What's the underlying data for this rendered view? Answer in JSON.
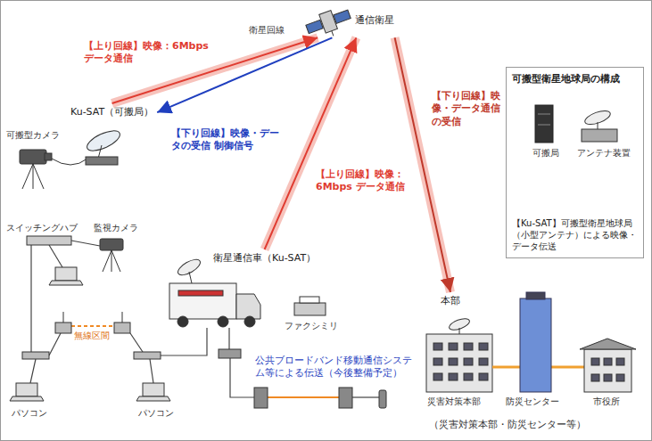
{
  "diagram": {
    "nodes": [
      {
        "text": [
          "通信衛星"
        ]
      },
      {
        "text": [
          "Ku-SAT（可搬局）"
        ]
      },
      {
        "text": [
          "衛星通信車（Ku-SAT）"
        ]
      },
      {
        "text": [
          "本部"
        ]
      },
      {
        "text": [
          "可搬型衛星地球局の構成",
          "【Ku-SAT】可搬型衛星地球局（小型アンテナ）による映像・データ伝送"
        ]
      }
    ],
    "edges": [
      {
        "from": 1,
        "to": 0,
        "arrow": "to",
        "label": "【上り回線】映像：6Mbps データ通信"
      },
      {
        "from": 0,
        "to": 1,
        "arrow": "to",
        "label": "【下り回線】映像・データの受信 制御信号"
      },
      {
        "from": 2,
        "to": 0,
        "arrow": "to",
        "label": "【上り回線】映像：6Mbps データ通信"
      },
      {
        "from": 0,
        "to": 3,
        "arrow": "to",
        "label": "【下り回線】映像・データ通信の受信"
      }
    ],
    "labels": [
      "衛星回線",
      "可搬型カメラ",
      "スイッチングハブ",
      "監視カメラ",
      "無線区間",
      "パソコン",
      "パソコン",
      "ファクシミリ",
      "公共ブロードバンド移動通信システム等による伝送（今後整備予定）",
      "可搬局",
      "アンテナ装置",
      "災害対策本部",
      "防災センター",
      "市役所",
      "（災害対策本部・防災センター等）"
    ]
  }
}
